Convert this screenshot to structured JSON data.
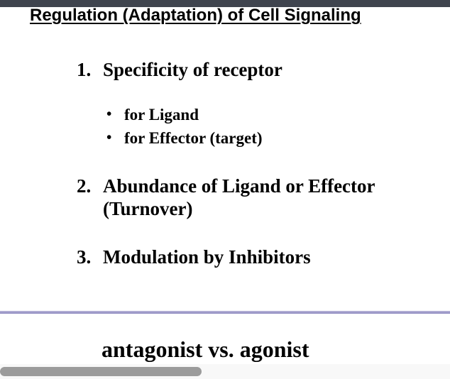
{
  "chrome": {
    "top_bar_color": "#3f444e",
    "scrollbar": {
      "orientation": "horizontal",
      "track_color": "#f8f8f8",
      "thumb_color": "#9b9b9b"
    }
  },
  "slide": {
    "background_color": "#ffffff",
    "title": "Regulation (Adaptation) of Cell Signaling",
    "list": {
      "bullet_glyph": "•",
      "items": [
        {
          "number": "1.",
          "lines": [
            "Specificity of receptor"
          ],
          "bullets": [
            "for Ligand",
            "for Effector (target)"
          ]
        },
        {
          "number": "2.",
          "lines": [
            "Abundance of Ligand or Effector",
            "(Turnover)"
          ]
        },
        {
          "number": "3.",
          "lines": [
            "Modulation by Inhibitors"
          ]
        }
      ]
    },
    "divider_color": "#8a85bd",
    "footer": "antagonist vs. agonist"
  }
}
